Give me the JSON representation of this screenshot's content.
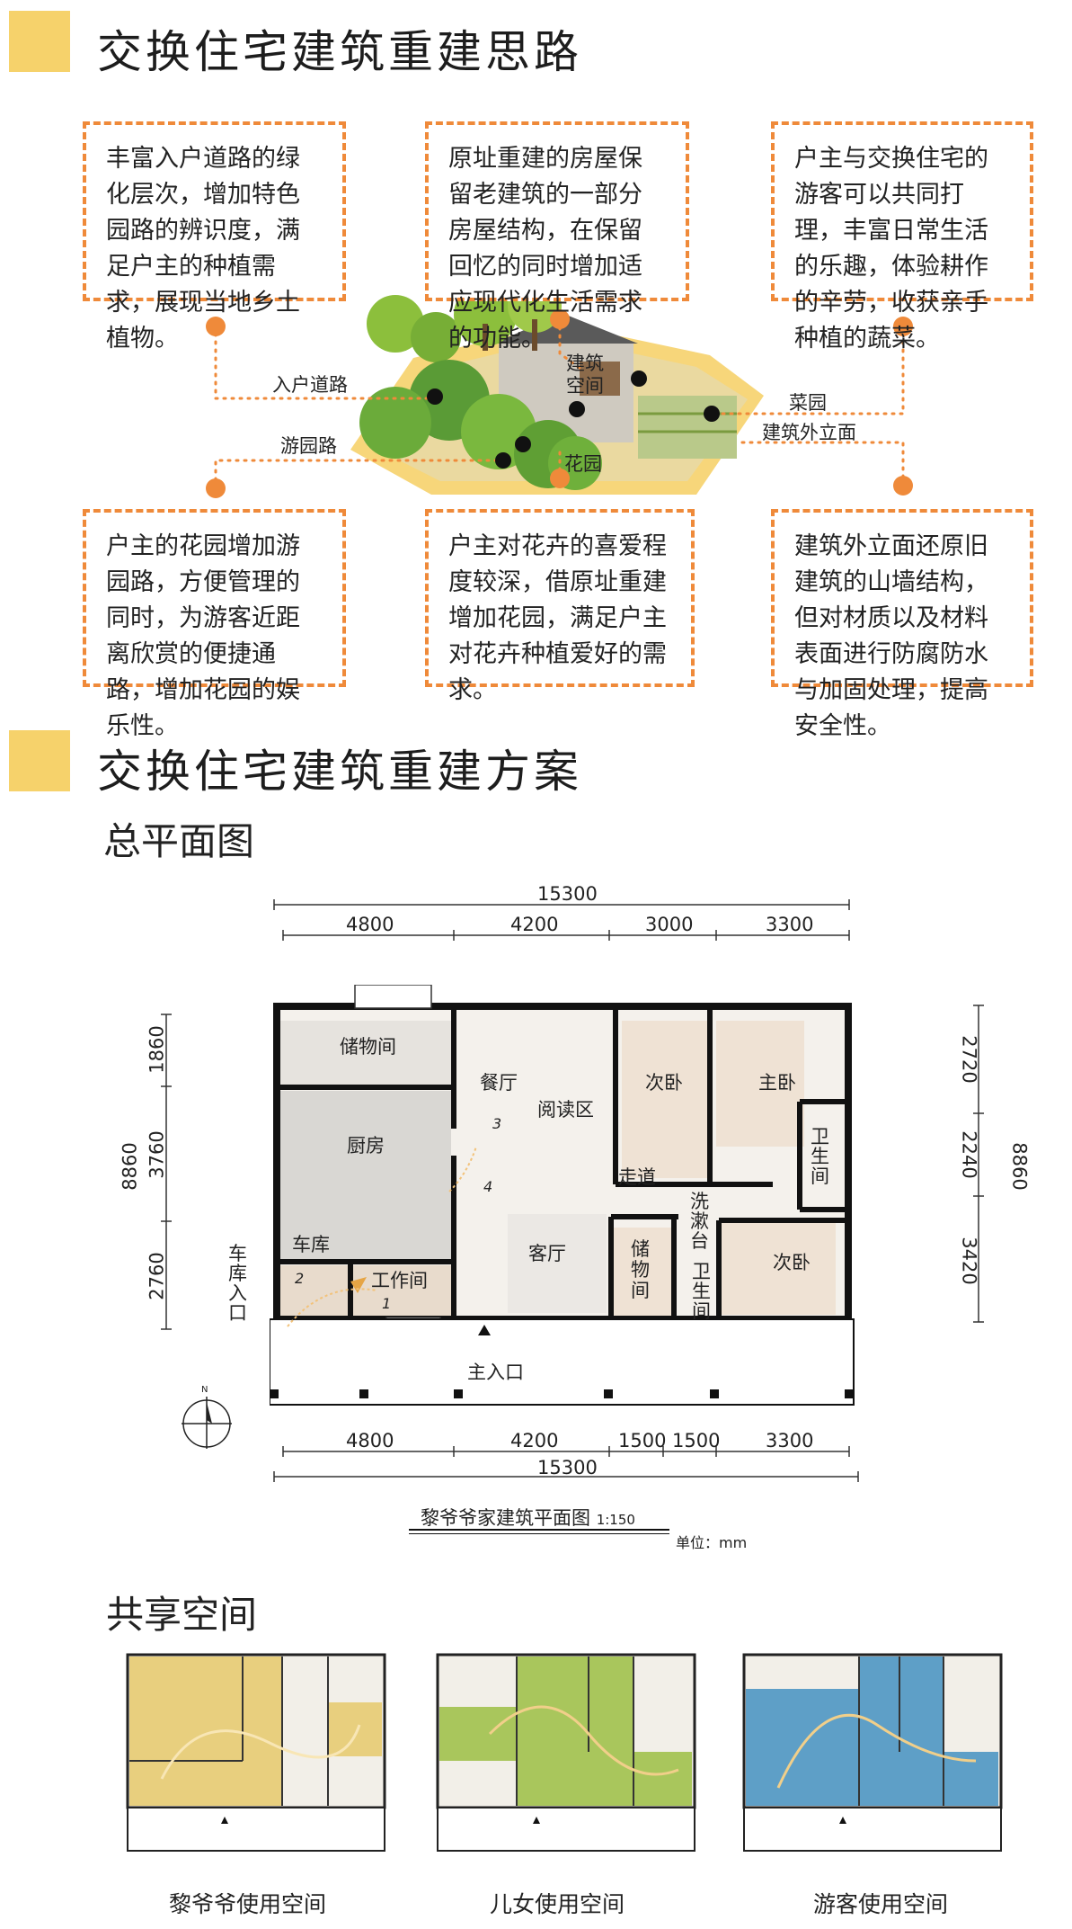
{
  "section1": {
    "title": "交换住宅建筑重建思路"
  },
  "boxes": {
    "b1": "丰富入户道路的绿化层次，增加特色园路的辨识度，满足户主的种植需求，展现当地乡土植物。",
    "b2": "原址重建的房屋保留老建筑的一部分房屋结构，在保留回忆的同时增加适应现代化生活需求的功能。",
    "b3": "户主与交换住宅的游客可以共同打理，丰富日常生活的乐趣，体验耕作的辛劳，收获亲手种植的蔬菜。",
    "b4": "户主的花园增加游园路，方便管理的同时，为游客近距离欣赏的便捷通路，增加花园的娱乐性。",
    "b5": "户主对花卉的喜爱程度较深，借原址重建增加花园，满足户主对花卉种植爱好的需求。",
    "b6": "建筑外立面还原旧建筑的山墙结构，但对材质以及材料表面进行防腐防水与加固处理，提高安全性。"
  },
  "illustration_labels": {
    "entry_road": "入户道路",
    "garden_path": "游园路",
    "building_space_1": "建筑",
    "building_space_2": "空间",
    "vegetable_garden": "菜园",
    "facade": "建筑外立面",
    "flower_garden": "花园"
  },
  "section2": {
    "title": "交换住宅建筑重建方案"
  },
  "site_plan": {
    "title": "总平面图",
    "top_total": "15300",
    "top_dims": [
      "4800",
      "4200",
      "3000",
      "3300"
    ],
    "bottom_dims": [
      "4800",
      "4200",
      "1500",
      "1500",
      "3300"
    ],
    "bottom_total": "15300",
    "left_dims": [
      "1860",
      "3760",
      "2760"
    ],
    "left_total": "8860",
    "right_dims": [
      "2720",
      "2240",
      "3420"
    ],
    "right_total": "8860",
    "rooms": {
      "storage": "储物间",
      "dining": "餐厅",
      "reading": "阅读区",
      "second_bed_1": "次卧",
      "master_bed": "主卧",
      "kitchen": "厨房",
      "corridor": "走道",
      "bath_1_a": "卫",
      "bath_1_b": "生",
      "bath_1_c": "间",
      "garage": "车库",
      "workshop": "工作间",
      "living": "客厅",
      "storage2_a": "储",
      "storage2_b": "物",
      "storage2_c": "间",
      "wash_a": "洗",
      "wash_b": "漱",
      "wash_c": "台",
      "bath_2_a": "卫",
      "bath_2_b": "生",
      "bath_2_c": "间",
      "second_bed_2": "次卧"
    },
    "path_numbers": [
      "1",
      "2",
      "3",
      "4"
    ],
    "garage_entry": [
      "车",
      "库",
      "入",
      "口"
    ],
    "main_entry": "主入口",
    "north": "N",
    "caption": "黎爷爷家建筑平面图",
    "scale": "1:150",
    "unit": "单位：mm"
  },
  "shared": {
    "title": "共享空间",
    "plans": [
      {
        "caption": "黎爷爷使用空间",
        "color": "#e8cf7e"
      },
      {
        "caption": "儿女使用空间",
        "color": "#a9c65c"
      },
      {
        "caption": "游客使用空间",
        "color": "#5e9fc7"
      }
    ]
  },
  "colors": {
    "accent_orange": "#ef8a3a",
    "title_yellow": "#f6d26b"
  }
}
